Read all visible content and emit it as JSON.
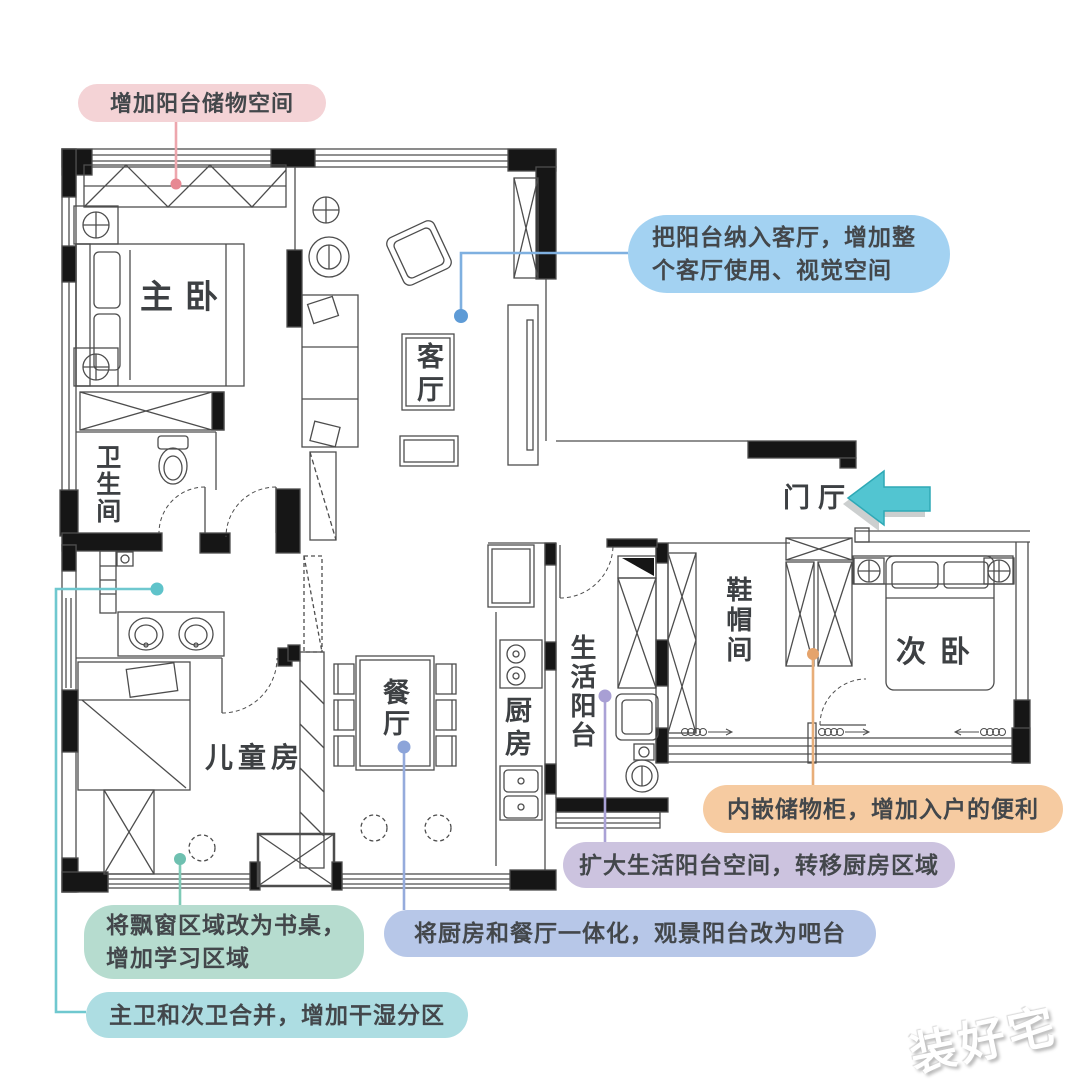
{
  "rooms": {
    "master_bedroom": "主卧",
    "living_room": "客厅",
    "bathroom": "卫生间",
    "foyer": "门厅",
    "cloakroom": "鞋帽间",
    "second_bedroom": "次卧",
    "life_balcony": "生活阳台",
    "kitchen": "厨房",
    "dining_room": "餐厅",
    "kids_room": "儿童房"
  },
  "callouts": {
    "balcony_storage": {
      "text": "增加阳台储物空间",
      "bg": "#f4d3d6",
      "dot": "#e78893"
    },
    "balcony_living": {
      "line1": "把阳台纳入客厅，增加整",
      "line2": "个客厅使用、视觉空间",
      "bg": "#a3d2f2",
      "dot": "#5e9bd6"
    },
    "storage_cabinet": {
      "text": "内嵌储物柜，增加入户的便利",
      "bg": "#f6cba1",
      "dot": "#e5a36b"
    },
    "life_balcony_expand": {
      "text": "扩大生活阳台空间，转移厨房区域",
      "bg": "#ccc3df",
      "dot": "#a89fd4"
    },
    "bay_window_desk": {
      "line1": "将飘窗区域改为书桌，",
      "line2": "增加学习区域",
      "bg": "#b6dccf",
      "dot": "#6ec0b0"
    },
    "kitchen_dining": {
      "text": "将厨房和餐厅一体化，观景阳台改为吧台",
      "bg": "#b7c7e8",
      "dot": "#8ca4d9"
    },
    "bath_merge": {
      "text": "主卫和次卫合并，增加干湿分区",
      "bg": "#addde2",
      "dot": "#5fc3ca"
    }
  },
  "entry": {
    "label": "门厅",
    "arrow_color": "#52c5d1"
  },
  "watermark": {
    "text": "装好宅"
  },
  "plan_colors": {
    "wall": "#161616",
    "line": "#4d4d4d",
    "label": "#3d4043"
  }
}
